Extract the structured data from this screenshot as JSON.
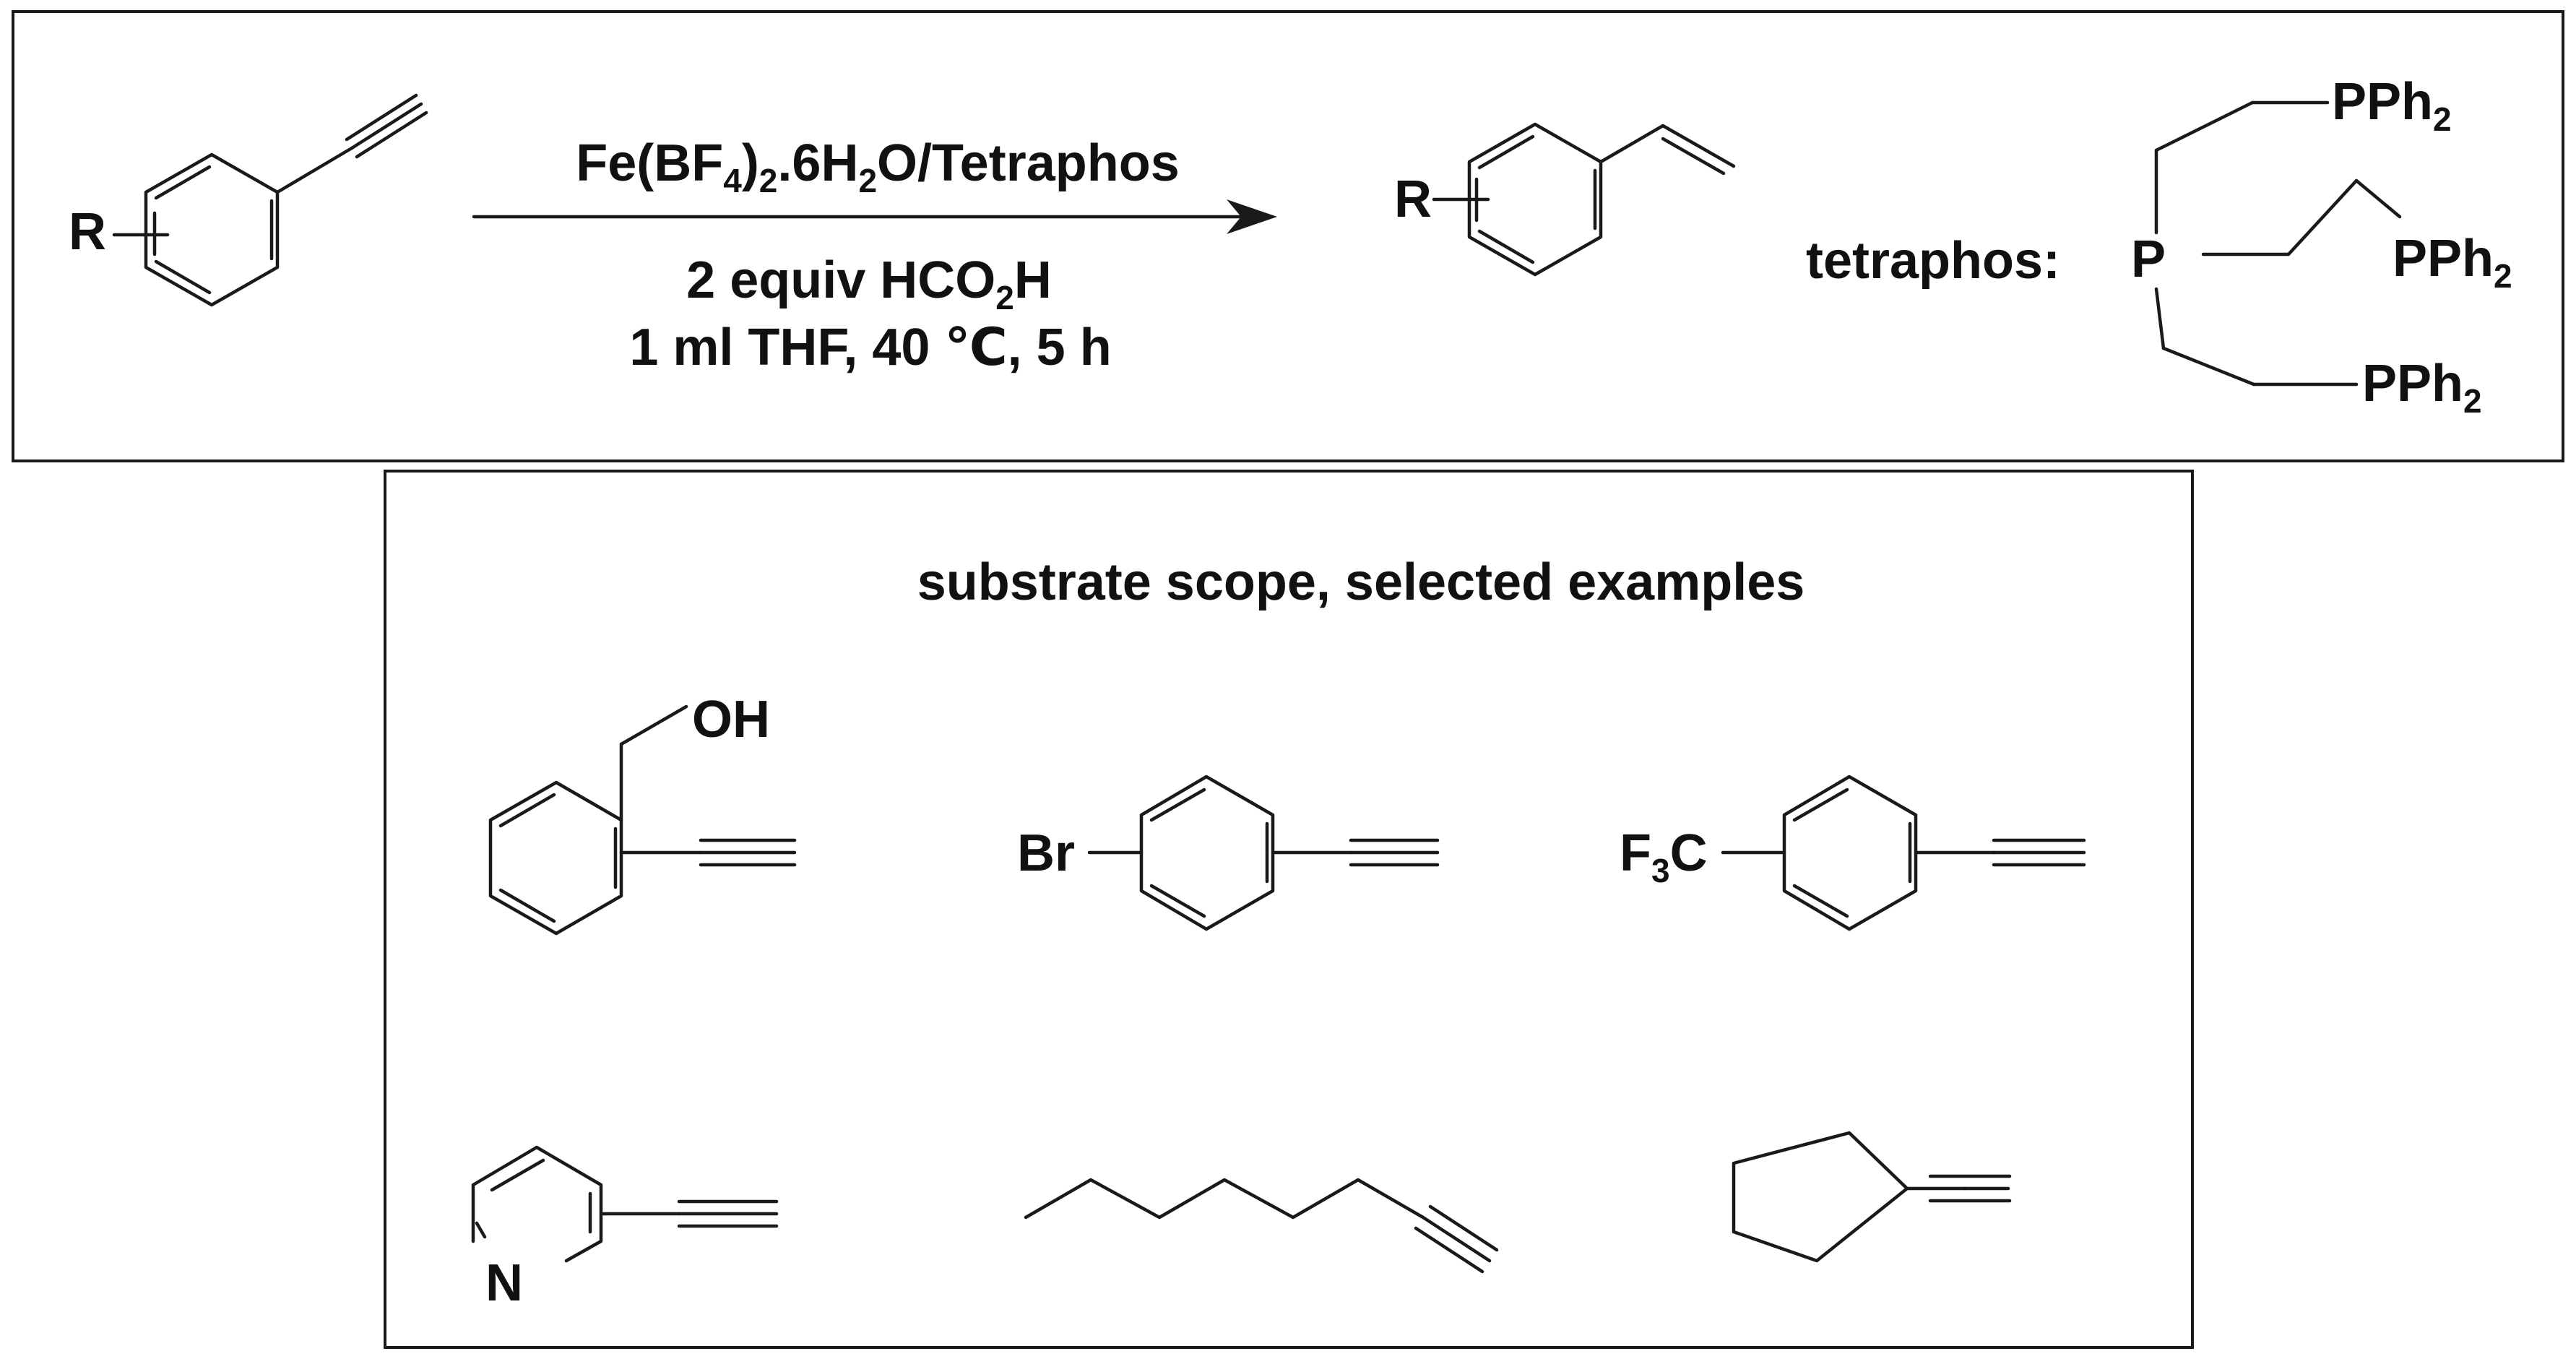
{
  "reaction": {
    "substituent_label": "R",
    "reagent_line_parts": [
      "Fe(BF",
      "4",
      ")",
      "2",
      ".6H",
      "2",
      "O/Tetraphos"
    ],
    "condition_line1_parts": [
      "2 equiv HCO",
      "2",
      "H"
    ],
    "condition_line2": "1 ml THF, 40 ℃, 5 h"
  },
  "ligand": {
    "label": "tetraphos:",
    "central_atom": "P",
    "arm_group_main": "PPh",
    "arm_group_sub": "2"
  },
  "scope": {
    "title": "substrate scope, selected examples",
    "hydroxyl_label": "OH",
    "bromo_label": "Br",
    "cf3_label_parts": [
      "F",
      "3",
      "C"
    ],
    "nitrogen_label": "N"
  }
}
